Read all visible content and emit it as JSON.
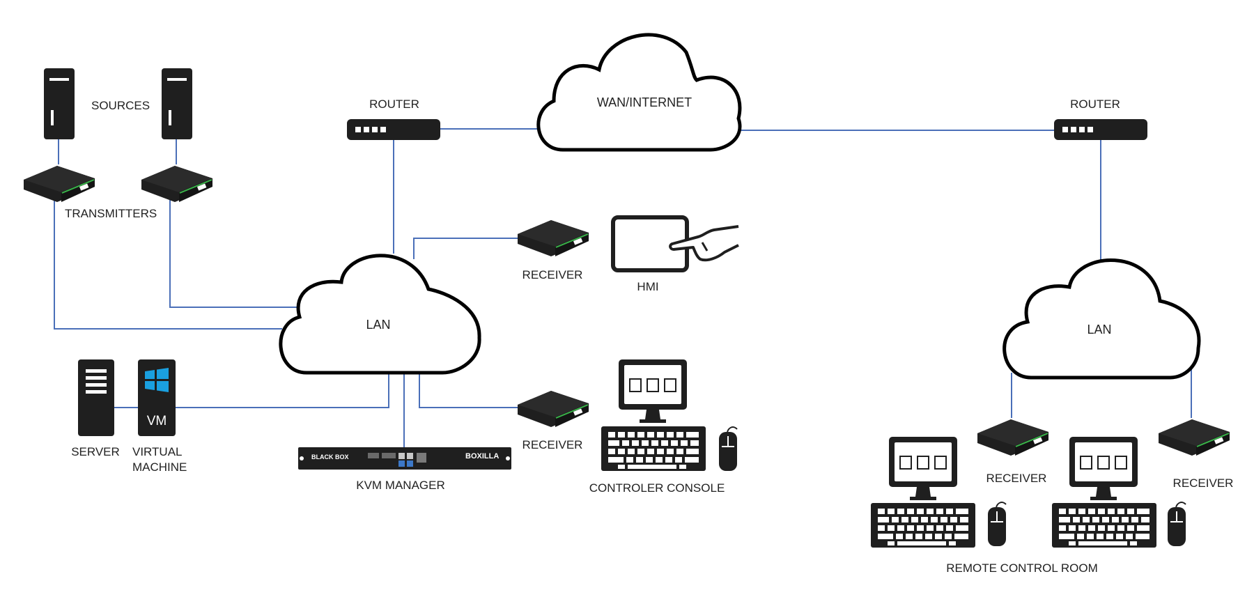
{
  "labels": {
    "sources": "SOURCES",
    "transmitters": "TRANSMITTERS",
    "router_left": "ROUTER",
    "router_right": "ROUTER",
    "wan": "WAN/INTERNET",
    "lan_main": "LAN",
    "lan_remote": "LAN",
    "receiver_top": "RECEIVER",
    "hmi": "HMI",
    "receiver_mid": "RECEIVER",
    "server": "SERVER",
    "virtual_machine_line1": "VIRTUAL",
    "virtual_machine_line2": "MACHINE",
    "vm_badge": "VM",
    "kvm_manager": "KVM MANAGER",
    "controller_console": "CONTROLER CONSOLE",
    "receiver_remote_1": "RECEIVER",
    "receiver_remote_2": "RECEIVER",
    "remote_control_room": "REMOTE CONTROL ROOM",
    "kvm_brand": "BLACK BOX",
    "kvm_product": "BOXILLA"
  },
  "colors": {
    "link": "#4a6fb8",
    "device": "#1f1f1f",
    "accent_green": "#3ab54a",
    "windows_blue": "#1aa0e0"
  }
}
